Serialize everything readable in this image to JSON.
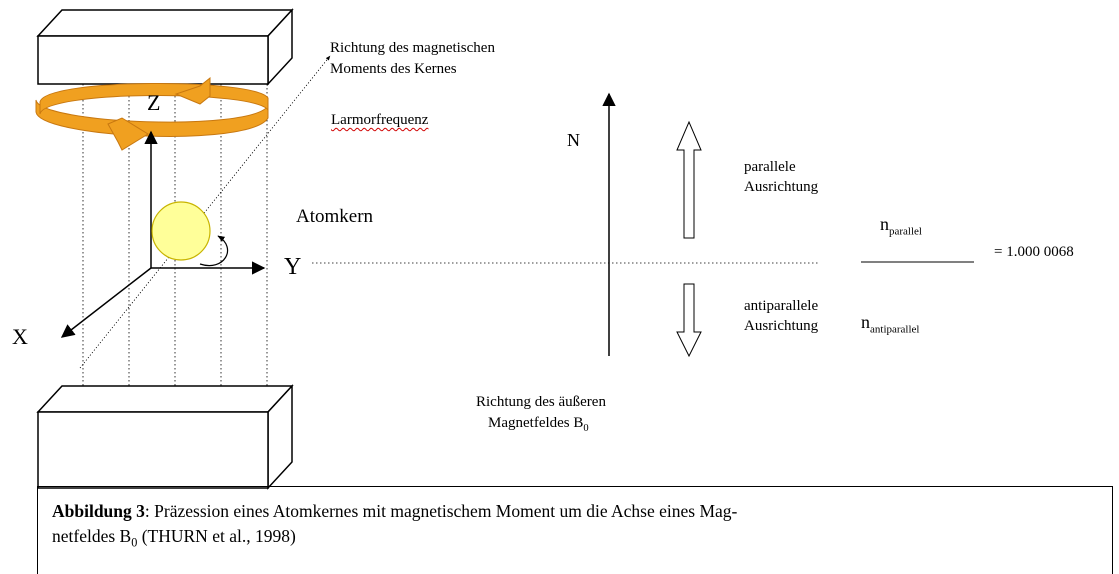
{
  "labels": {
    "axis_z": "Z",
    "axis_y": "Y",
    "axis_x": "X",
    "moment_line1": "Richtung des magnetischen",
    "moment_line2": "Moments des Kernes",
    "larmor": "Larmorfrequenz",
    "atomkern": "Atomkern",
    "north": "N",
    "parallel_line1": "parallele",
    "parallel_line2": "Ausrichtung",
    "antiparallel_line1": "antiparallele",
    "antiparallel_line2": "Ausrichtung",
    "field_line1": "Richtung des äußeren",
    "field_line2_main": "Magnetfeldes B",
    "field_line2_sub": "0"
  },
  "ratio": {
    "numerator_n": "n",
    "numerator_sub": "parallel",
    "denominator_n": "n",
    "denominator_sub": "antiparallel",
    "value": "= 1.000 0068"
  },
  "caption": {
    "bold": "Abbildung 3",
    "text_a": ": Präzession eines Atomkernes mit magnetischem Moment um die Achse eines  Mag-",
    "text_b": "netfeldes B",
    "sub": "0",
    "text_c": " (THURN et al., 1998)"
  },
  "colors": {
    "ring_orange": "#f0a020",
    "ring_dark": "#c87810",
    "nucleus_yellow": "#ffff99",
    "nucleus_stroke": "#c8b400",
    "spell_underline": "#d00000"
  }
}
